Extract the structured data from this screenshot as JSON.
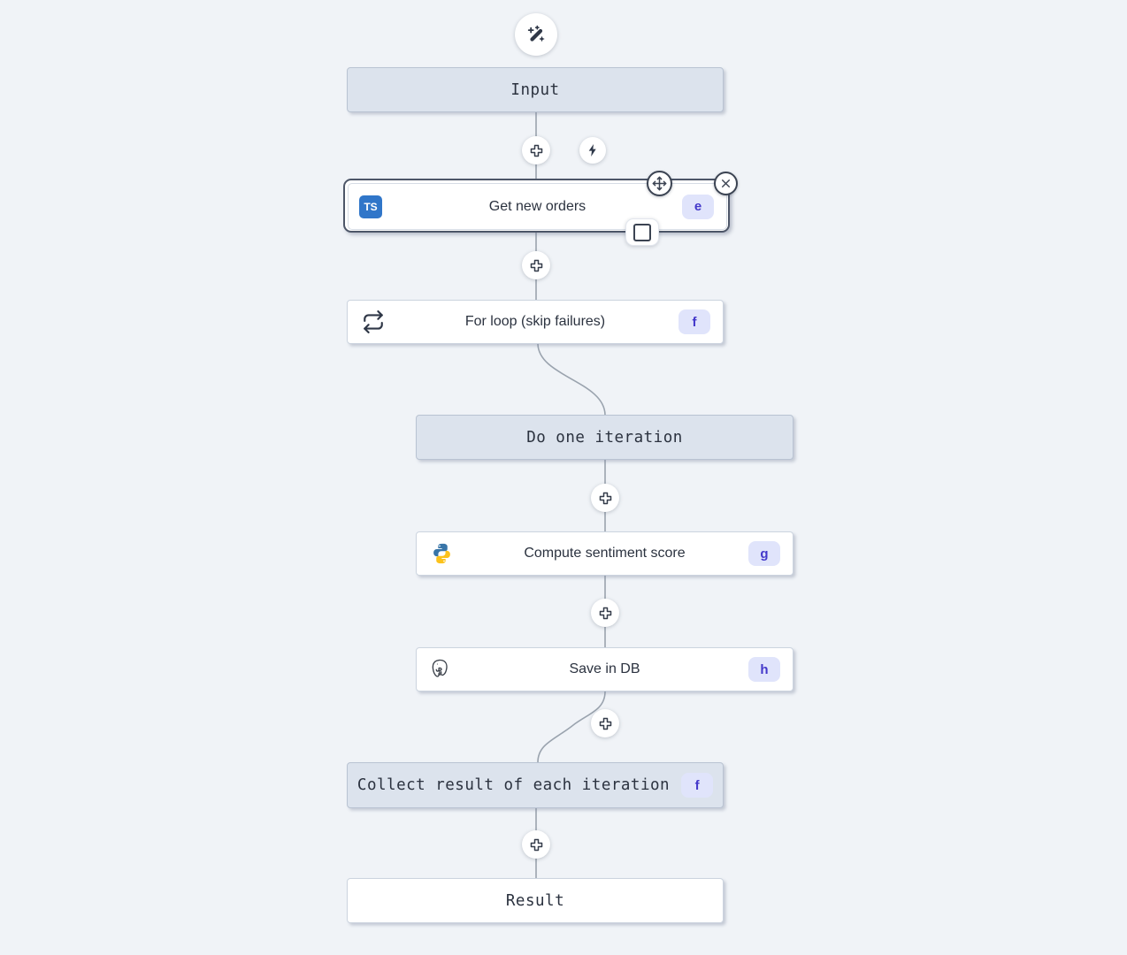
{
  "colors": {
    "canvas_bg": "#f0f3f7",
    "frame_node_bg": "#dce3ed",
    "white_node_bg": "#ffffff",
    "selected_border": "#4d5668",
    "connector": "#9aa3ae",
    "badge_bg": "#e0e4fb",
    "badge_text": "#4338ca",
    "icon_dark": "#2f3747",
    "typescript_blue": "#3076c9",
    "python_blue": "#3875a8",
    "python_yellow": "#fcc21b"
  },
  "icons": {
    "typescript_label": "TS"
  },
  "nodes": {
    "input": {
      "label": "Input"
    },
    "get_new_orders": {
      "label": "Get new orders",
      "badge": "e"
    },
    "for_loop": {
      "label": "For loop (skip failures)",
      "badge": "f"
    },
    "do_one_iteration": {
      "label": "Do one iteration"
    },
    "compute_sentiment": {
      "label": "Compute sentiment score",
      "badge": "g"
    },
    "save_in_db": {
      "label": "Save in DB",
      "badge": "h"
    },
    "collect_result": {
      "label": "Collect result of each iteration",
      "badge": "f"
    },
    "result": {
      "label": "Result"
    }
  }
}
